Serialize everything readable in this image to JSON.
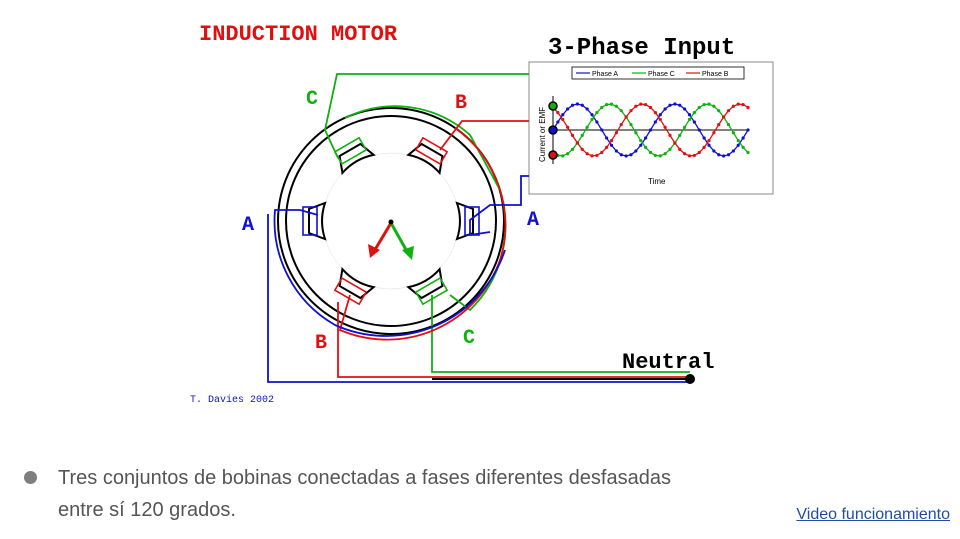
{
  "diagram": {
    "title": "INDUCTION MOTOR",
    "input_title": "3-Phase Input",
    "neutral_label": "Neutral",
    "credit": "T. Davies 2002",
    "phase_labels": {
      "a": "A",
      "b": "B",
      "c": "C"
    },
    "colors": {
      "phase_a": "#1010d0",
      "phase_b": "#e01010",
      "phase_c": "#10b010",
      "title": "#e01010",
      "stator": "#000000"
    }
  },
  "chart_data": {
    "type": "line",
    "title": "",
    "xlabel": "Time",
    "ylabel": "Current or EMF",
    "legend": [
      "Phase A",
      "Phase C",
      "Phase B"
    ],
    "legend_position": "top",
    "series": [
      {
        "name": "Phase A",
        "color": "#1010d0",
        "phase_deg": 0
      },
      {
        "name": "Phase C",
        "color": "#10b010",
        "phase_deg": 240
      },
      {
        "name": "Phase B",
        "color": "#e01010",
        "phase_deg": 120
      }
    ],
    "cycles": 2,
    "ylim": [
      -1,
      1
    ]
  },
  "bullet": {
    "text": "Tres conjuntos de bobinas conectadas a fases diferentes desfasadas entre sí 120 grados."
  },
  "link": {
    "label": "Video funcionamiento"
  }
}
